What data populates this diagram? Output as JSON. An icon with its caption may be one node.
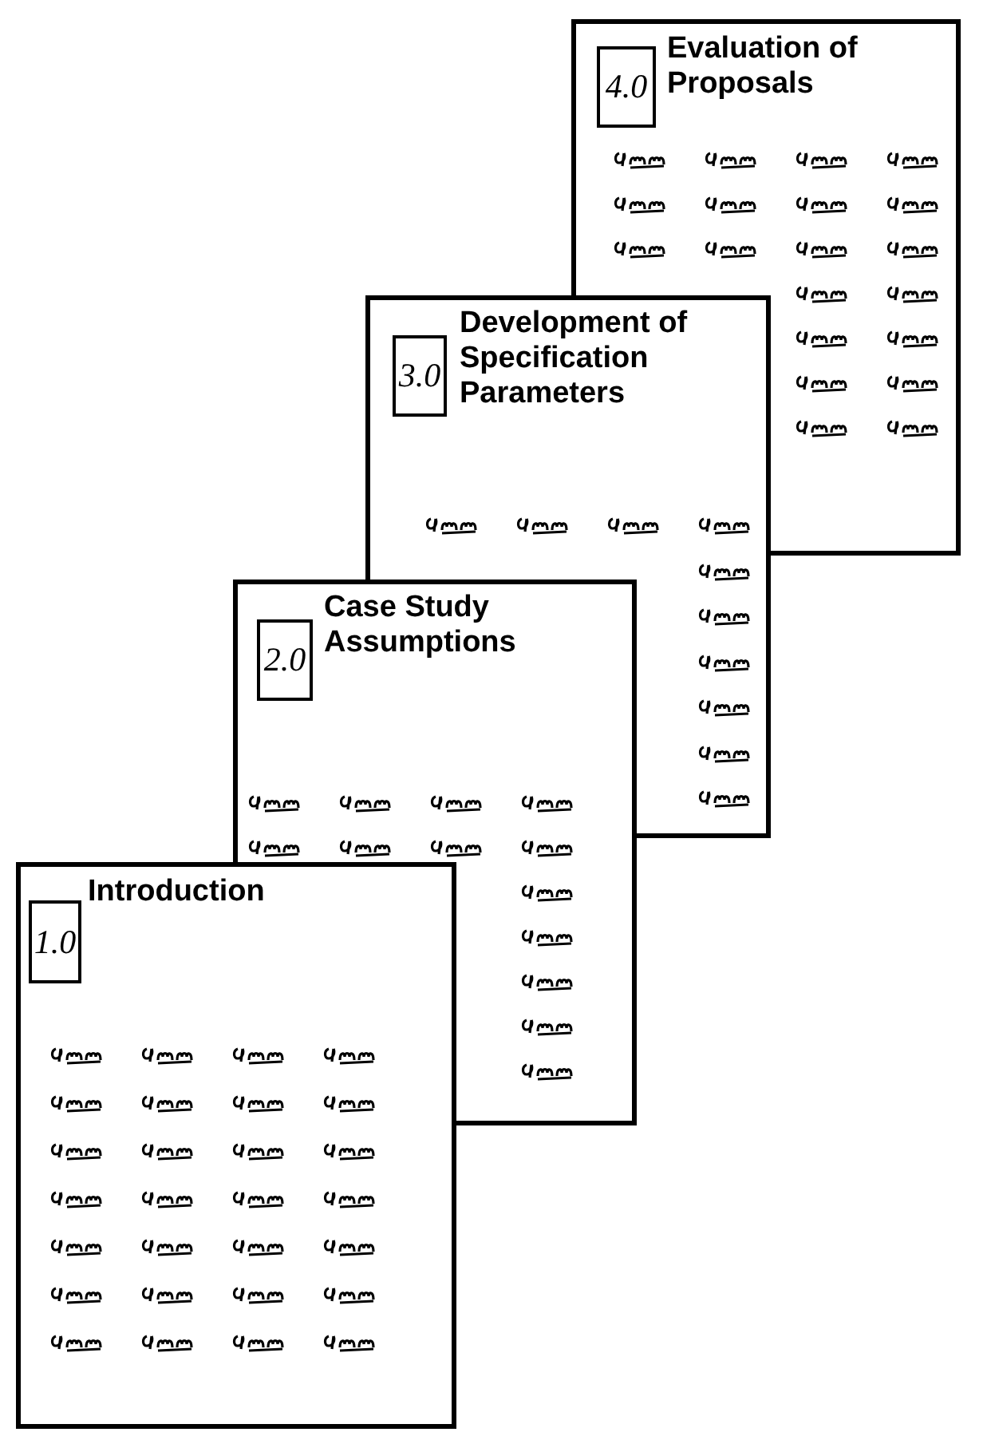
{
  "diagram": {
    "nodes": [
      {
        "text": [
          "Evaluation of Proposals"
        ]
      },
      {
        "text": [
          "4.0"
        ],
        "in": 0
      },
      {
        "text": [
          "Development of Specification Parameters"
        ]
      },
      {
        "text": [
          "3.0"
        ],
        "in": 2
      },
      {
        "text": [
          "Case Study Assumptions"
        ]
      },
      {
        "text": [
          "2.0"
        ],
        "in": 4
      },
      {
        "text": [
          "Introduction"
        ]
      },
      {
        "text": [
          "1.0"
        ],
        "in": 6
      }
    ]
  }
}
